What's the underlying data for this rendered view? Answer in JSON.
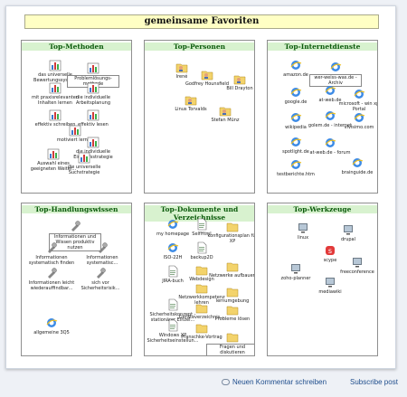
{
  "title": "gemeinsame Favoriten",
  "footer": {
    "comment": "Neuen Kommentar schreiben",
    "subscribe": "Subscribe post"
  },
  "panels": [
    {
      "title": "Top-Methoden",
      "items": [
        {
          "label": "das universelle Bewertungssystem",
          "icon": "chart-icon"
        },
        {
          "label": "Problemlösungs-methode",
          "icon": "chart-icon",
          "boxed": true
        },
        {
          "label": "mit praxisrelevanten Inhalten lernen",
          "icon": "chart-icon"
        },
        {
          "label": "die individuelle Arbeitsplanung",
          "icon": "chart-icon"
        },
        {
          "label": "effektiv schreiben",
          "icon": "chart-icon"
        },
        {
          "label": "effektiv lesen",
          "icon": "chart-icon"
        },
        {
          "label": "motiviert lernen",
          "icon": "chart-icon"
        },
        {
          "label": "die individuelle Einkaufsstrategie",
          "icon": "chart-icon"
        },
        {
          "label": "Auswahl eines geeigneten Weiter...",
          "icon": "chart-icon"
        },
        {
          "label": "die universelle Suchstrategie",
          "icon": "chart-icon"
        }
      ]
    },
    {
      "title": "Top-Personen",
      "items": [
        {
          "label": "Irené",
          "icon": "folder-person-icon"
        },
        {
          "label": "Godfrey Hounsfield",
          "icon": "folder-person-icon"
        },
        {
          "label": "Bill Drayton",
          "icon": "folder-person-icon"
        },
        {
          "label": "Linus Torvalds",
          "icon": "folder-person-icon"
        },
        {
          "label": "Stefan Münz",
          "icon": "folder-person-icon"
        }
      ]
    },
    {
      "title": "Top-Internetdienste",
      "items": [
        {
          "label": "amazon.de",
          "icon": "ie-icon"
        },
        {
          "label": "wer-weiss-was.de - Archiv",
          "icon": "ie-icon",
          "boxed": true
        },
        {
          "label": "google.de",
          "icon": "ie-icon"
        },
        {
          "label": "at-web.de",
          "icon": "ie-icon"
        },
        {
          "label": "microsoft - win xp Portal",
          "icon": "ie-icon"
        },
        {
          "label": "wikipedia",
          "icon": "ie-icon"
        },
        {
          "label": "golem.de - internet",
          "icon": "ie-icon"
        },
        {
          "label": "vivisimo.com",
          "icon": "ie-icon"
        },
        {
          "label": "spotlight.de",
          "icon": "ie-icon"
        },
        {
          "label": "at-web.de - forum",
          "icon": "ie-icon"
        },
        {
          "label": "testberichte.htm",
          "icon": "ie-icon"
        },
        {
          "label": "brainguide.de",
          "icon": "ie-icon"
        }
      ]
    },
    {
      "title": "Top-Handlungswissen",
      "items": [
        {
          "label": "Informationen und Wissen produktiv nutzen",
          "icon": "tool-icon",
          "boxed": true
        },
        {
          "label": "Informationen systematisch finden",
          "icon": "tool-icon"
        },
        {
          "label": "Informationen systematisc...",
          "icon": "tool-icon"
        },
        {
          "label": "Informationen leicht wiederauffindbar...",
          "icon": "tool-icon"
        },
        {
          "label": "sich vor Sicherheitsrisik...",
          "icon": "tool-icon"
        },
        {
          "label": "allgemeine 3Q5",
          "icon": "ie-icon"
        }
      ]
    },
    {
      "title": "Top-Dokumente und Verzeichnisse",
      "items": [
        {
          "label": "my homepage",
          "icon": "ie-icon"
        },
        {
          "label": "SelfHtml",
          "icon": "doc-icon"
        },
        {
          "label": "konfigurationsplan für XP",
          "icon": "folder-icon"
        },
        {
          "label": "ISO-22H",
          "icon": "ie-icon"
        },
        {
          "label": "backup2D",
          "icon": "doc-icon"
        },
        {
          "label": "Webdesign",
          "icon": "folder-icon"
        },
        {
          "label": "Netzwerke aufbauen",
          "icon": "folder-icon"
        },
        {
          "label": "JIRA-buch",
          "icon": "doc-icon"
        },
        {
          "label": "Netzwerkkompetenz lehren",
          "icon": "folder-icon"
        },
        {
          "label": "lernumgebung",
          "icon": "folder-icon"
        },
        {
          "label": "Geräteverzeichnis...",
          "icon": "folder-icon"
        },
        {
          "label": "Sicherheitskonzept - stationärer Einzel...",
          "icon": "doc-icon"
        },
        {
          "label": "Probleme lösen",
          "icon": "folder-icon"
        },
        {
          "label": "Pranschke-Vortrag",
          "icon": "folder-icon"
        },
        {
          "label": "Windows XP Sicherheitseinstellun...",
          "icon": "doc-icon"
        },
        {
          "label": "Fragen und diskutieren",
          "icon": "folder-icon",
          "boxed": true
        }
      ]
    },
    {
      "title": "Top-Werkzeuge",
      "items": [
        {
          "label": "linux",
          "icon": "app-icon"
        },
        {
          "label": "drupal",
          "icon": "app-icon"
        },
        {
          "label": "scype",
          "icon": "skype-icon"
        },
        {
          "label": "zoho-planner",
          "icon": "app-icon"
        },
        {
          "label": "freeconference",
          "icon": "app-icon"
        },
        {
          "label": "mediawiki",
          "icon": "app-icon"
        }
      ]
    }
  ]
}
